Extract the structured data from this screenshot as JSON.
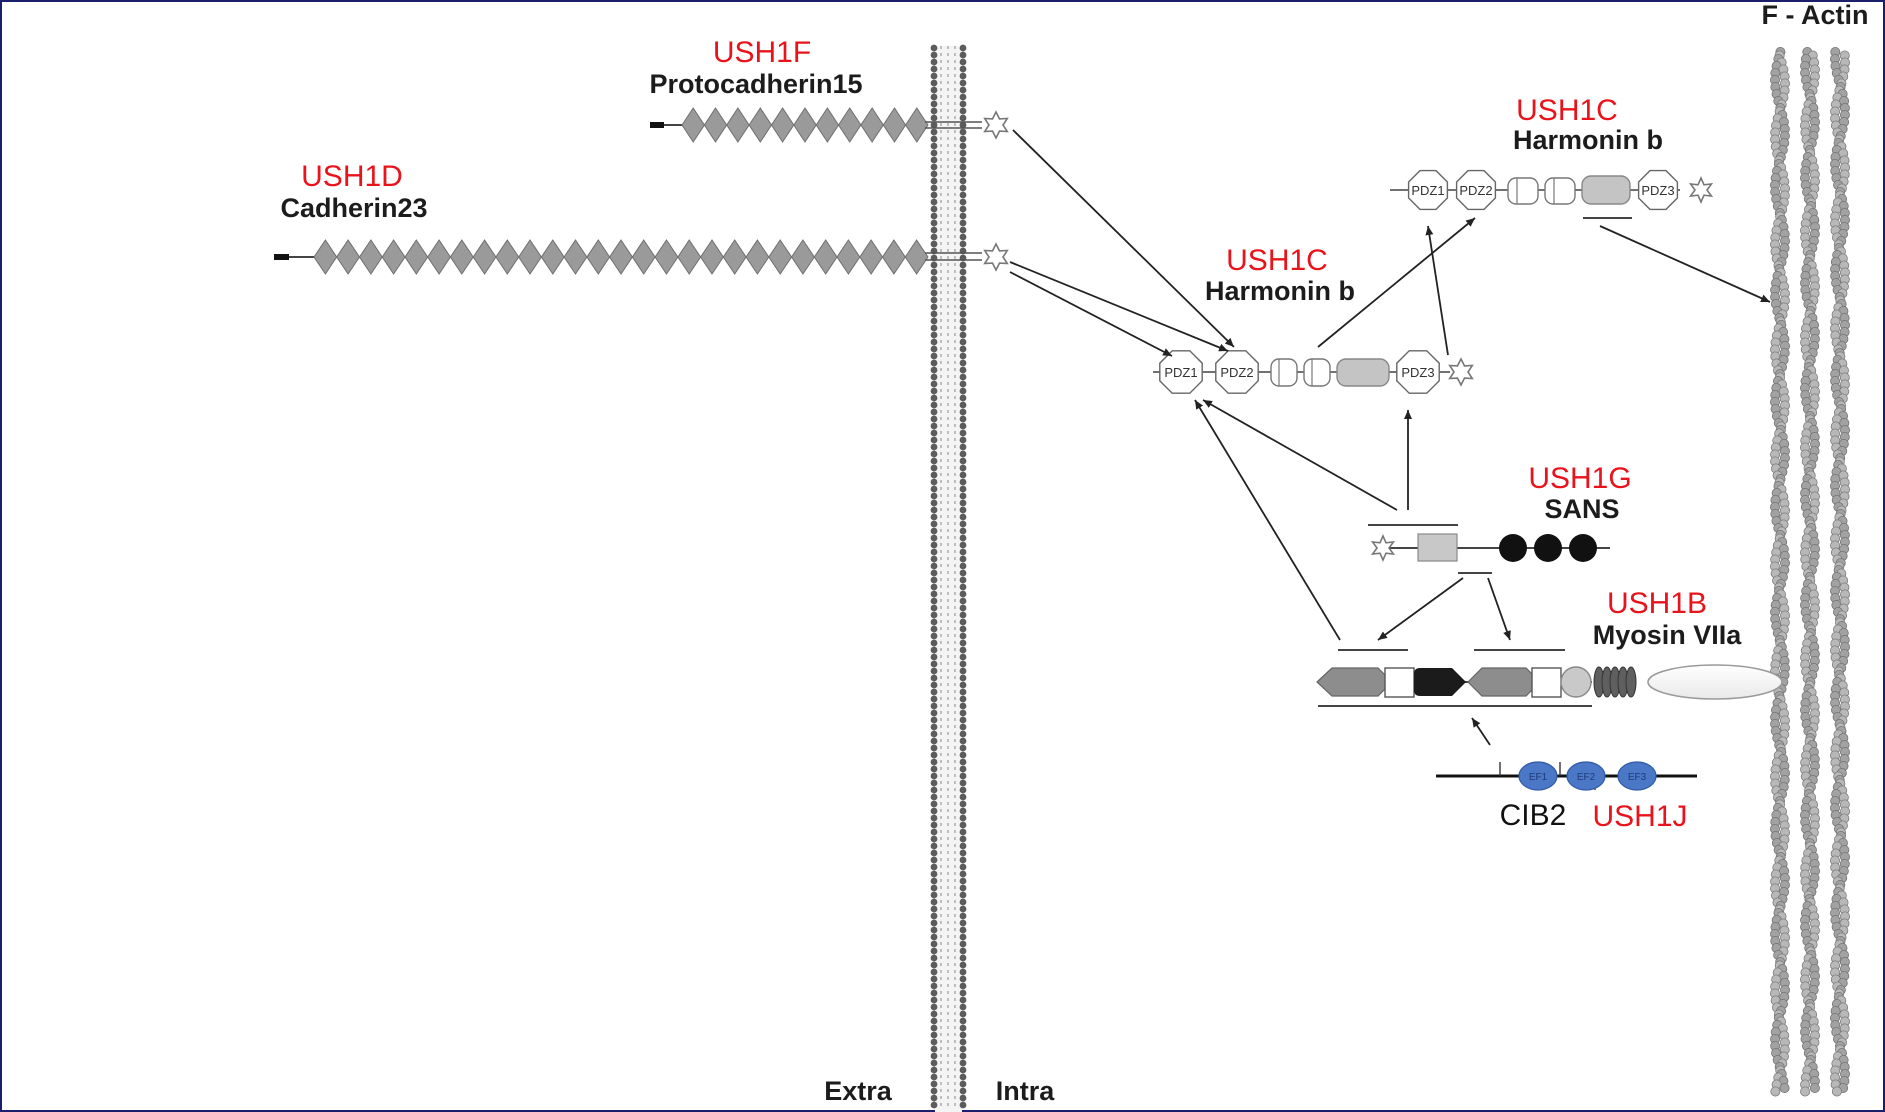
{
  "labels": {
    "ush1f": "USH1F",
    "protocadherin15": "Protocadherin15",
    "ush1d": "USH1D",
    "cadherin23": "Cadherin23",
    "ush1c_mid": "USH1C",
    "harmonin_mid": "Harmonin b",
    "ush1c_top": "USH1C",
    "harmonin_top": "Harmonin b",
    "ush1g": "USH1G",
    "sans": "SANS",
    "ush1b": "USH1B",
    "myosin": "Myosin VIIa",
    "cib2": "CIB2",
    "ush1j": "USH1J",
    "factin": "F - Actin",
    "extra": "Extra",
    "intra": "Intra"
  },
  "domains": {
    "pdz1": "PDZ1",
    "pdz2": "PDZ2",
    "pdz3": "PDZ3",
    "ef1": "EF1",
    "ef2": "EF2",
    "ef3": "EF3"
  },
  "colors": {
    "gene_label": "#e8131b",
    "protein_label": "#1c1c1c",
    "domain_gray": "#a8a8a8",
    "ef_hand_blue": "#4a78c7",
    "frame_border": "#1a1f6b"
  }
}
